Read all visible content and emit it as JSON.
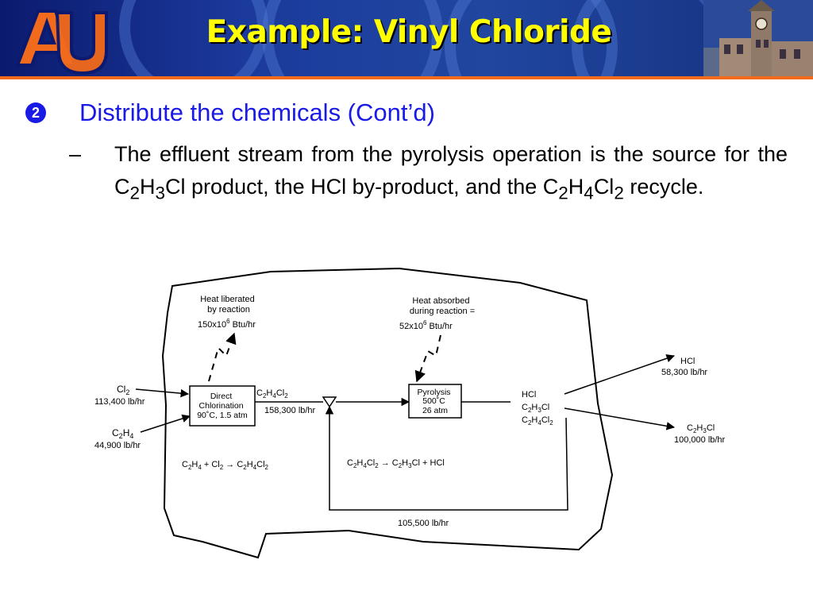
{
  "header": {
    "title": "Example: Vinyl Chloride",
    "logo_text": "AU",
    "colors": {
      "banner": "#1b3a9c",
      "title": "#ffff00",
      "accent": "#f26a1b",
      "bullet": "#1a1ae6"
    }
  },
  "bullet_level1": {
    "marker": "❷",
    "text": "Distribute the chemicals (Cont’d)"
  },
  "bullet_level2": {
    "dash": "–",
    "t1": "The effluent stream from the pyrolysis operation is the source for the C",
    "s1": "2",
    "t2": "H",
    "s2": "3",
    "t3": "Cl product, the HCl by-product, and the C",
    "s3": "2",
    "t4": "H",
    "s4": "4",
    "t5": "Cl",
    "s5": "2",
    "t6": " recycle."
  },
  "diagram": {
    "heat_left": {
      "line1": "Heat liberated",
      "line2": "by reaction",
      "value": "150x10",
      "exp": "6",
      "unit": " Btu/hr"
    },
    "heat_right": {
      "line1": "Heat absorbed",
      "line2": "during reaction =",
      "value": "52x10",
      "exp": "6",
      "unit": " Btu/hr"
    },
    "cl2_feed": {
      "name": "Cl",
      "sub": "2",
      "rate": "113,400 lb/hr"
    },
    "c2h4_feed": {
      "n1": "C",
      "s1": "2",
      "n2": "H",
      "s2": "4",
      "rate": "44,900 lb/hr"
    },
    "direct_box": {
      "line1": "Direct",
      "line2": "Chlorination",
      "line3": "90˚C, 1.5 atm"
    },
    "edc_stream": {
      "n1": "C",
      "s1": "2",
      "n2": "H",
      "s2": "4",
      "n3": "Cl",
      "s3": "2",
      "rate": "158,300 lb/hr"
    },
    "pyrolysis_box": {
      "line1": "Pyrolysis",
      "line2": "500˚C",
      "line3": "26 atm"
    },
    "products": {
      "p1": "HCl",
      "p2": {
        "n1": "C",
        "s1": "2",
        "n2": "H",
        "s2": "3",
        "n3": "Cl"
      },
      "p3": {
        "n1": "C",
        "s1": "2",
        "n2": "H",
        "s2": "4",
        "n3": "Cl",
        "s3": "2"
      }
    },
    "hcl_out": {
      "name": "HCl",
      "rate": "58,300 lb/hr"
    },
    "vcm_out": {
      "n1": "C",
      "s1": "2",
      "n2": "H",
      "s2": "3",
      "n3": "Cl",
      "rate": "100,000 lb/hr"
    },
    "reaction1": {
      "a": "C",
      "as1": "2",
      "b": "H",
      "bs1": "4",
      "plus": " + Cl",
      "cs": "2",
      "arrow": " → C",
      "ds1": "2",
      "e": "H",
      "es": "4",
      "f": "Cl",
      "fs": "2"
    },
    "reaction2": {
      "a": "C",
      "as1": "2",
      "b": "H",
      "bs": "4",
      "c": "Cl",
      "cs": "2",
      "arrow": " → C",
      "ds": "2",
      "e": "H",
      "es": "3",
      "f": "Cl + HCl"
    },
    "recycle": {
      "rate": "105,500 lb/hr"
    }
  }
}
